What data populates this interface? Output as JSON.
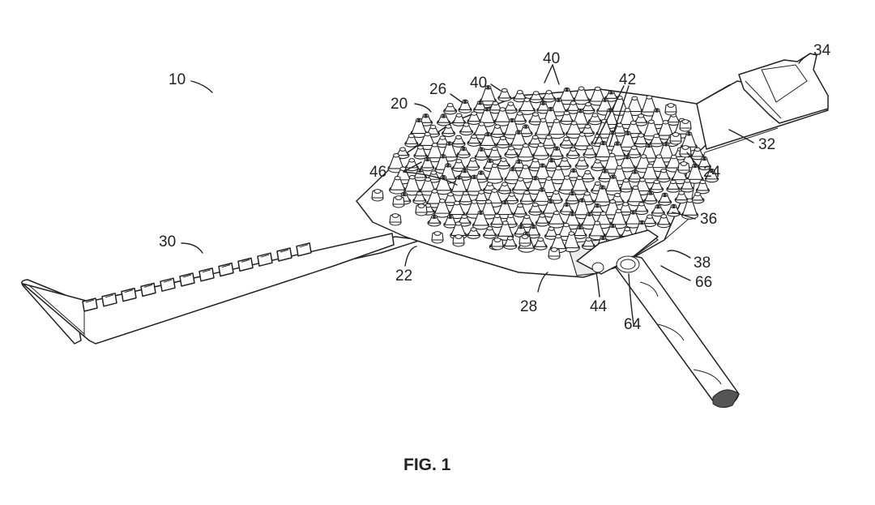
{
  "figure": {
    "caption": "FIG. 1",
    "reference_numerals": {
      "r10": "10",
      "r20": "20",
      "r22": "22",
      "r24": "24",
      "r26": "26",
      "r28": "28",
      "r30": "30",
      "r32": "32",
      "r34": "34",
      "r36": "36",
      "r38": "38",
      "r40a": "40",
      "r40b": "40",
      "r42": "42",
      "r44": "44",
      "r46": "46",
      "r64": "64",
      "r66": "66"
    }
  }
}
